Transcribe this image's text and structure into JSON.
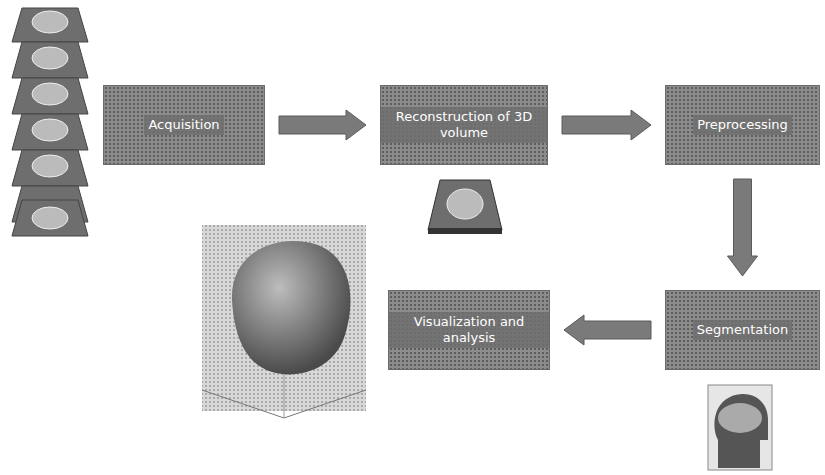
{
  "diagram": {
    "nodes": [
      {
        "text": [
          "Acquisition"
        ]
      },
      {
        "text": [
          "Reconstruction of 3D volume"
        ]
      },
      {
        "text": [
          "Preprocessing"
        ]
      },
      {
        "text": [
          "Segmentation"
        ]
      },
      {
        "text": [
          "Visualization and analysis"
        ]
      }
    ],
    "edges": [
      {
        "from": 0,
        "to": 1,
        "arrow": "to"
      },
      {
        "from": 1,
        "to": 2,
        "arrow": "to"
      },
      {
        "from": 2,
        "to": 3,
        "arrow": "to"
      },
      {
        "from": 3,
        "to": 4,
        "arrow": "to"
      }
    ]
  }
}
